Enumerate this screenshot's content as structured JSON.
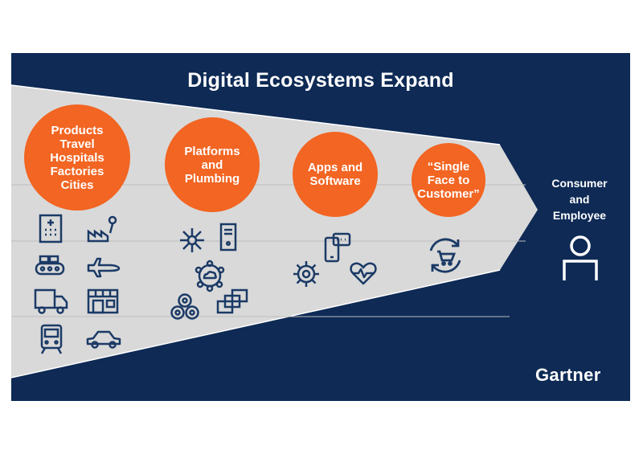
{
  "title": "Digital Ecosystems Expand",
  "stages": [
    {
      "lines": [
        "Products",
        "Travel",
        "Hospitals",
        "Factories",
        "Cities"
      ]
    },
    {
      "lines": [
        "Platforms",
        "and",
        "Plumbing"
      ]
    },
    {
      "lines": [
        "Apps and",
        "Software"
      ]
    },
    {
      "lines": [
        "“Single",
        "Face to",
        "Customer”"
      ]
    }
  ],
  "endpoint": {
    "lines": [
      "Consumer",
      "and",
      "Employee"
    ]
  },
  "brand": "Gartner",
  "colors": {
    "navy": "#0e2a55",
    "orange": "#f26522",
    "funnel_gray": "#d9d9d9",
    "icon_navy": "#1b3a66"
  },
  "icons": {
    "stage1": [
      "hospital-icon",
      "factory-icon",
      "conveyor-icon",
      "airplane-icon",
      "truck-icon",
      "storefront-icon",
      "train-icon",
      "car-icon"
    ],
    "stage2": [
      "network-hub-icon",
      "server-icon",
      "cloud-network-icon",
      "gears-cluster-icon",
      "stacked-windows-icon"
    ],
    "stage3": [
      "mobile-chat-icon",
      "gear-icon",
      "heart-pulse-icon"
    ],
    "stage4": [
      "cart-cycle-icon"
    ],
    "endpoint": "person-icon"
  }
}
